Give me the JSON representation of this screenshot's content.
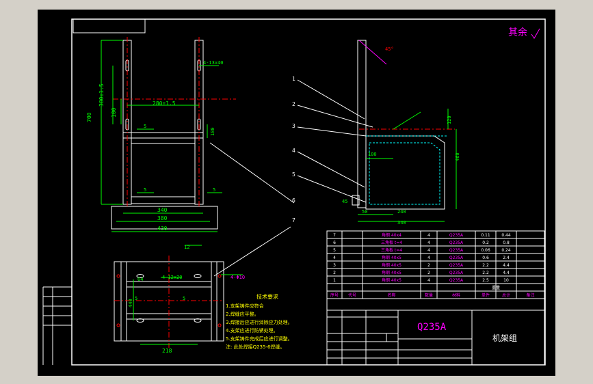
{
  "surface_finish": "其余",
  "title_block": {
    "material": "Q235A",
    "drawing_name": "机架组"
  },
  "tech_requirements": {
    "heading": "技术要求",
    "lines": [
      "1.支架铸件应符合",
      "2.焊缝应平整。",
      "3.焊接后应进行消除应力处理。",
      "4.支架应进行防锈处理。",
      "5.支架铸件完成后应进行调整。",
      "注: 此处焊接Q235-6焊缝。"
    ]
  },
  "front_view": {
    "dims": [
      "700",
      "380±1.5",
      "100",
      "280±1.5",
      "4-13x40",
      "180",
      "340",
      "380",
      "430"
    ],
    "weld_symbols": [
      "5",
      "5",
      "5"
    ]
  },
  "side_view": {
    "dims": [
      "45°",
      "100",
      "120",
      "460",
      "50",
      "240",
      "340",
      "45"
    ],
    "leaders": [
      "1",
      "2",
      "3",
      "4",
      "5",
      "6",
      "7"
    ]
  },
  "top_view": {
    "dims": [
      "12",
      "4-12x20",
      "4-Φ10",
      "64",
      "440",
      "218"
    ],
    "weld_symbols": [
      "5",
      "5"
    ]
  },
  "parts_list": {
    "headers": [
      "序号",
      "代号",
      "名称",
      "数量",
      "材料",
      "单件",
      "总计",
      "备注"
    ],
    "merged_header": "重量",
    "rows": [
      {
        "no": "7",
        "name": "角钢 40x4",
        "qty": "4",
        "mat": "Q235A",
        "unit": "0.11",
        "total": "0.44"
      },
      {
        "no": "6",
        "name": "三角板 t=4",
        "qty": "4",
        "mat": "Q235A",
        "unit": "0.2",
        "total": "0.8"
      },
      {
        "no": "5",
        "name": "三角板 t=4",
        "qty": "4",
        "mat": "Q235A",
        "unit": "0.06",
        "total": "0.24"
      },
      {
        "no": "4",
        "name": "角钢 40x5",
        "qty": "4",
        "mat": "Q235A",
        "unit": "0.6",
        "total": "2.4"
      },
      {
        "no": "3",
        "name": "角钢 40x5",
        "qty": "2",
        "mat": "Q235A",
        "unit": "2.2",
        "total": "4.4"
      },
      {
        "no": "2",
        "name": "角钢 40x5",
        "qty": "2",
        "mat": "Q235A",
        "unit": "2.2",
        "total": "4.4"
      },
      {
        "no": "1",
        "name": "角钢 40x5",
        "qty": "4",
        "mat": "Q235A",
        "unit": "2.5",
        "total": "10"
      }
    ]
  },
  "colors": {
    "background": "#000000",
    "frame": "#ffffff",
    "dimension": "#00ff00",
    "centerline": "#ff0000",
    "outline": "#ffffff",
    "hidden": "#00ffff",
    "text_magenta": "#ff00ff",
    "text_yellow": "#ffff00"
  }
}
